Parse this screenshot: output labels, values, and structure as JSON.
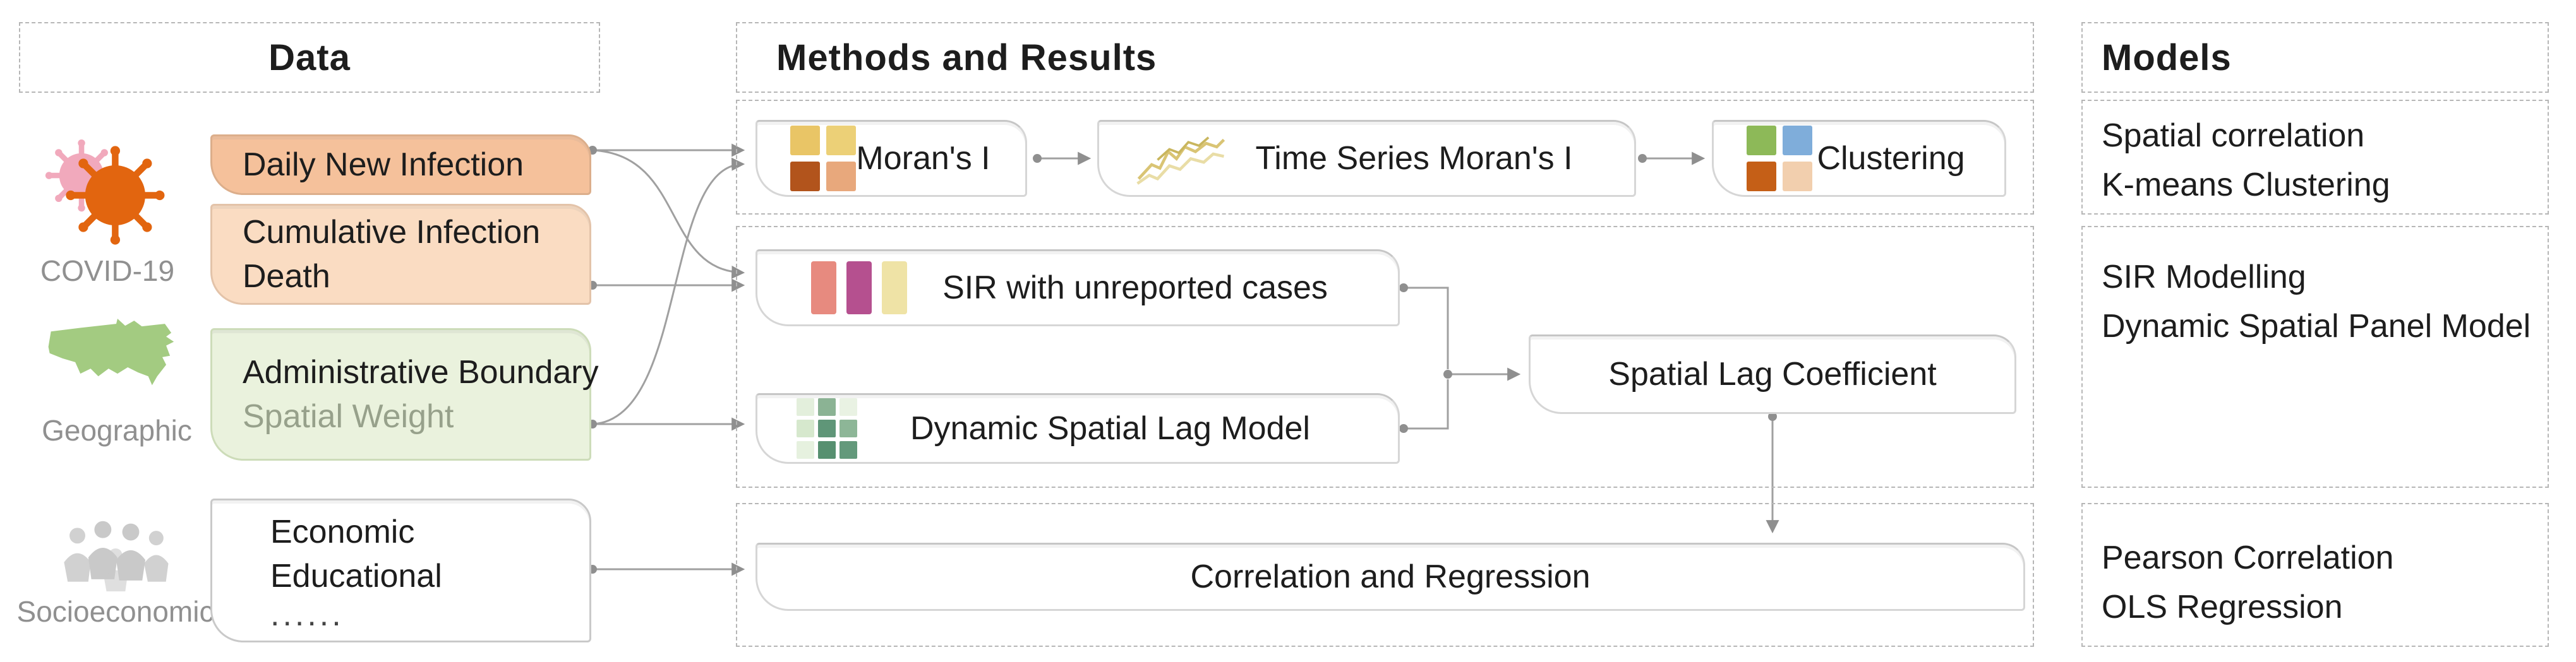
{
  "figure": {
    "palette": {
      "covid_orange": "#e2650f",
      "covid_pink": "#f1a9bc",
      "map_green": "#a3cb81",
      "people_gray": "#c9c9c9",
      "timeseries_yellow": "#d9c474",
      "timeseries_yellow_light": "#e9dda6",
      "timeseries_yellow_dark": "#c9b65e",
      "connector_gray": "#a0a0a0",
      "dash_border": "#b6b6b6"
    },
    "data_column": {
      "header": "Data",
      "groups": [
        {
          "icon": "coronavirus-icon",
          "label": "COVID-19"
        },
        {
          "icon": "us-map-icon",
          "label": "Geographic"
        },
        {
          "icon": "people-group-icon",
          "label": "Socioeconomic"
        }
      ],
      "boxes": [
        {
          "lines": [
            "Daily New Infection"
          ],
          "fill": "#f5c19b",
          "border": "#dcae8b"
        },
        {
          "lines": [
            "Cumulative Infection",
            "Death"
          ],
          "fill": "#fadcc2",
          "border": "#e3c3a9"
        },
        {
          "lines": [
            "Administrative Boundary",
            "Spatial Weight"
          ],
          "fill": "#eaf2dd",
          "border": "#cddcb9",
          "subtext_color": "#97a18b"
        },
        {
          "lines": [
            "Economic",
            "Educational",
            "......"
          ],
          "fill": "#ffffff",
          "border": "#c9c9c9"
        }
      ]
    },
    "methods_column": {
      "header": "Methods and Results",
      "boxes": {
        "morans": {
          "label": "Moran's I",
          "icon_colors": [
            "#e9c566",
            "#ecd077",
            "#b2541c",
            "#e8a87c"
          ]
        },
        "timeseries": {
          "label": "Time Series Moran's I"
        },
        "clustering": {
          "label": "Clustering",
          "icon_colors": [
            "#8db958",
            "#7fadda",
            "#c55f17",
            "#f2cfae"
          ]
        },
        "sir": {
          "label": "SIR with unreported cases",
          "icon_colors": [
            "#e78a7f",
            "#b5508f",
            "#efe3a6"
          ]
        },
        "dynamic": {
          "label": "Dynamic Spatial Lag Model",
          "icon_colors": [
            "#e3efdc",
            "#8bb394",
            "#e9f2e3",
            "#d6e8cd",
            "#5f9678",
            "#8db697",
            "#e6f1df",
            "#579070",
            "#63997b"
          ]
        },
        "slc": {
          "label": "Spatial Lag Coefficient"
        },
        "correlation": {
          "label": "Correlation and Regression"
        }
      }
    },
    "models_column": {
      "header": "Models",
      "cards": [
        {
          "lines": [
            "Spatial correlation",
            "K-means Clustering"
          ]
        },
        {
          "lines": [
            "SIR Modelling",
            "Dynamic Spatial Panel Model"
          ]
        },
        {
          "lines": [
            "Pearson Correlation",
            "OLS Regression"
          ]
        }
      ]
    }
  }
}
